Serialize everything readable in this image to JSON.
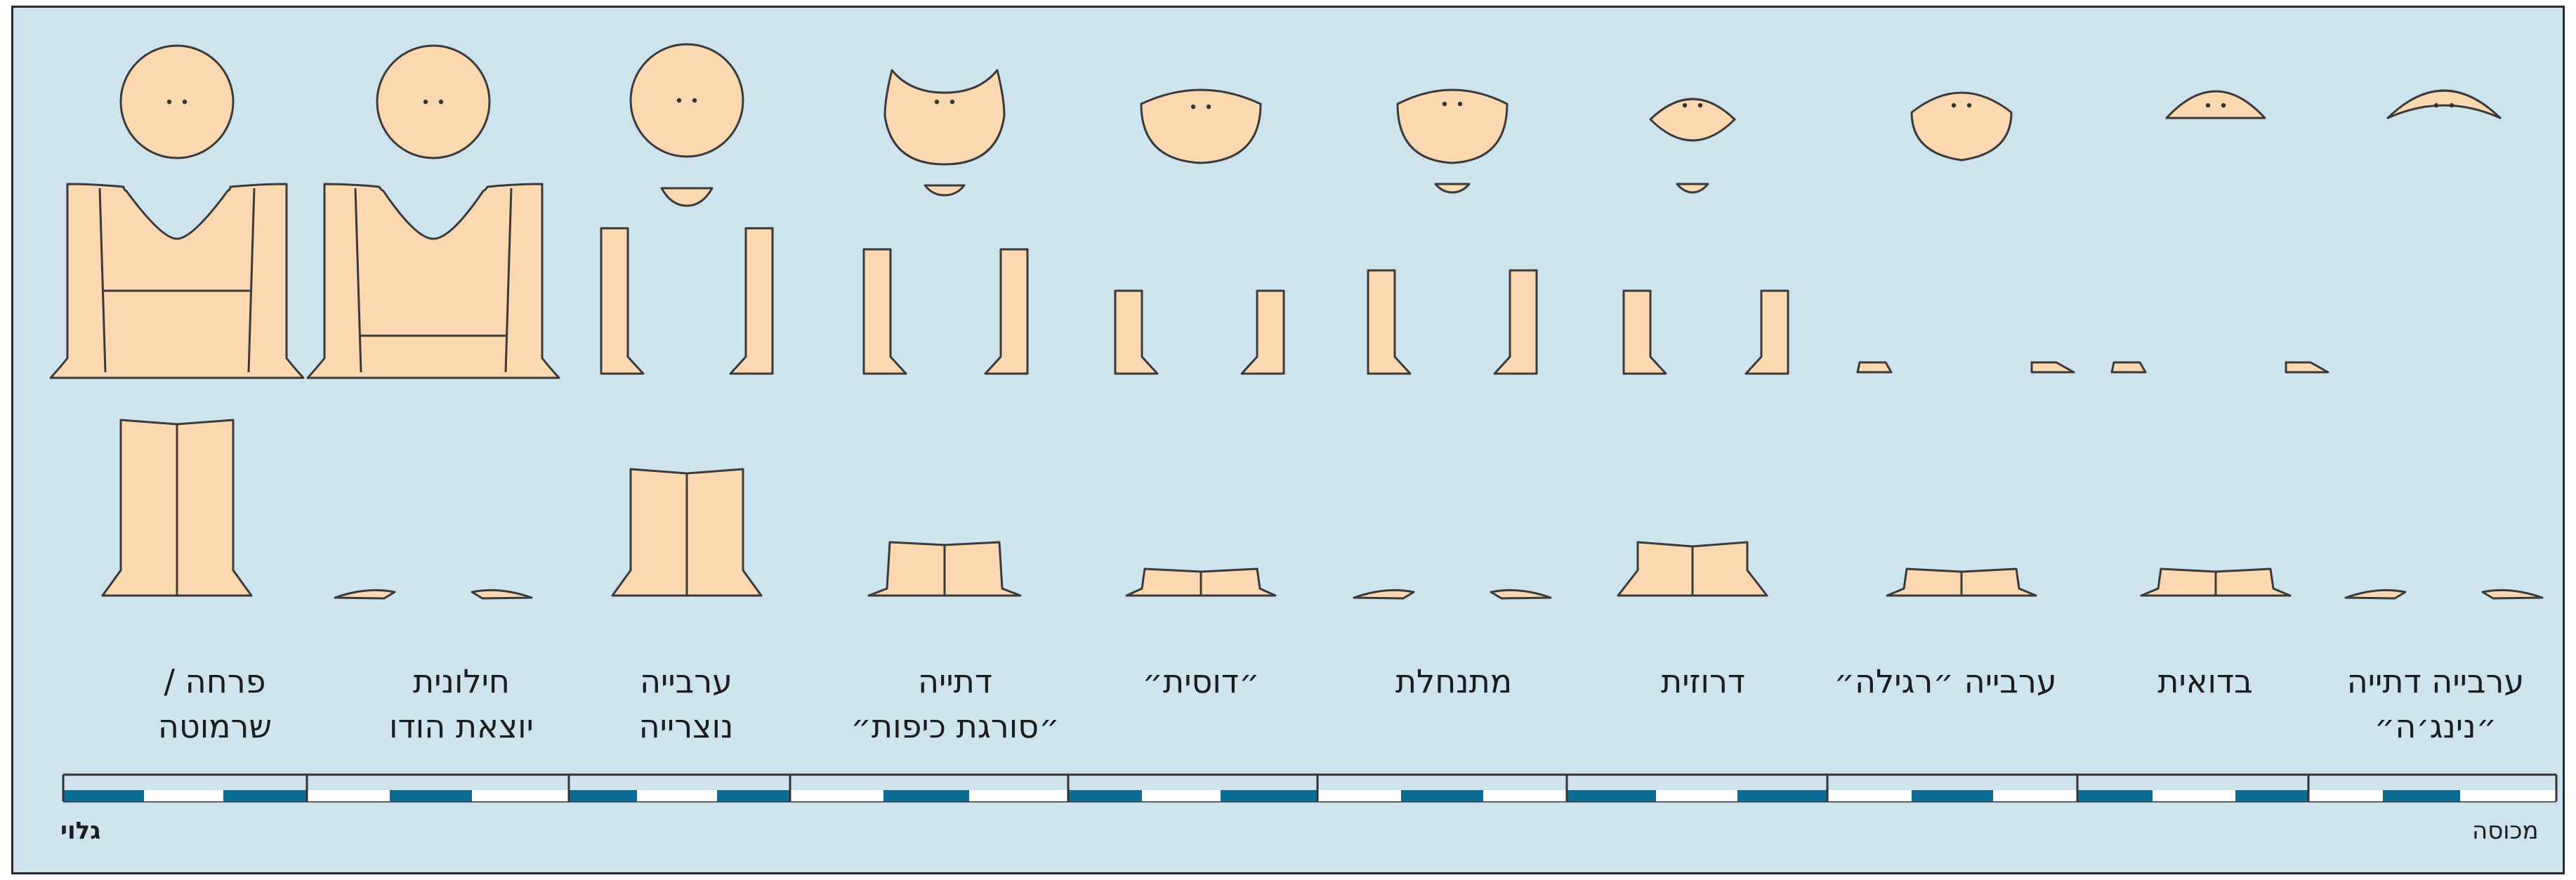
{
  "colors": {
    "background": "#cde4ef",
    "skin": "#fcd8b1",
    "outline": "#3a3a3a",
    "bar_dark": "#0d6b94",
    "bar_light": "#ffffff"
  },
  "figures": [
    {
      "label_line1": "פרחה /",
      "label_line2": "שרמוטה"
    },
    {
      "label_line1": "חילונית",
      "label_line2": "יוצאת הודו"
    },
    {
      "label_line1": "ערבייה",
      "label_line2": "נוצרייה"
    },
    {
      "label_line1": "דתייה",
      "label_line2": "״סורגת כיפות״"
    },
    {
      "label_line1": "",
      "label_line2": "״דוסית״"
    },
    {
      "label_line1": "",
      "label_line2": "מתנחלת"
    },
    {
      "label_line1": "",
      "label_line2": "דרוזית"
    },
    {
      "label_line1": "",
      "label_line2": "ערבייה ״רגילה״"
    },
    {
      "label_line1": "",
      "label_line2": "בדואית"
    },
    {
      "label_line1": "ערבייה דתייה",
      "label_line2": "״נינג׳ה״"
    }
  ],
  "scale": {
    "left_label": "גלוי",
    "right_label": "מכוסה"
  }
}
